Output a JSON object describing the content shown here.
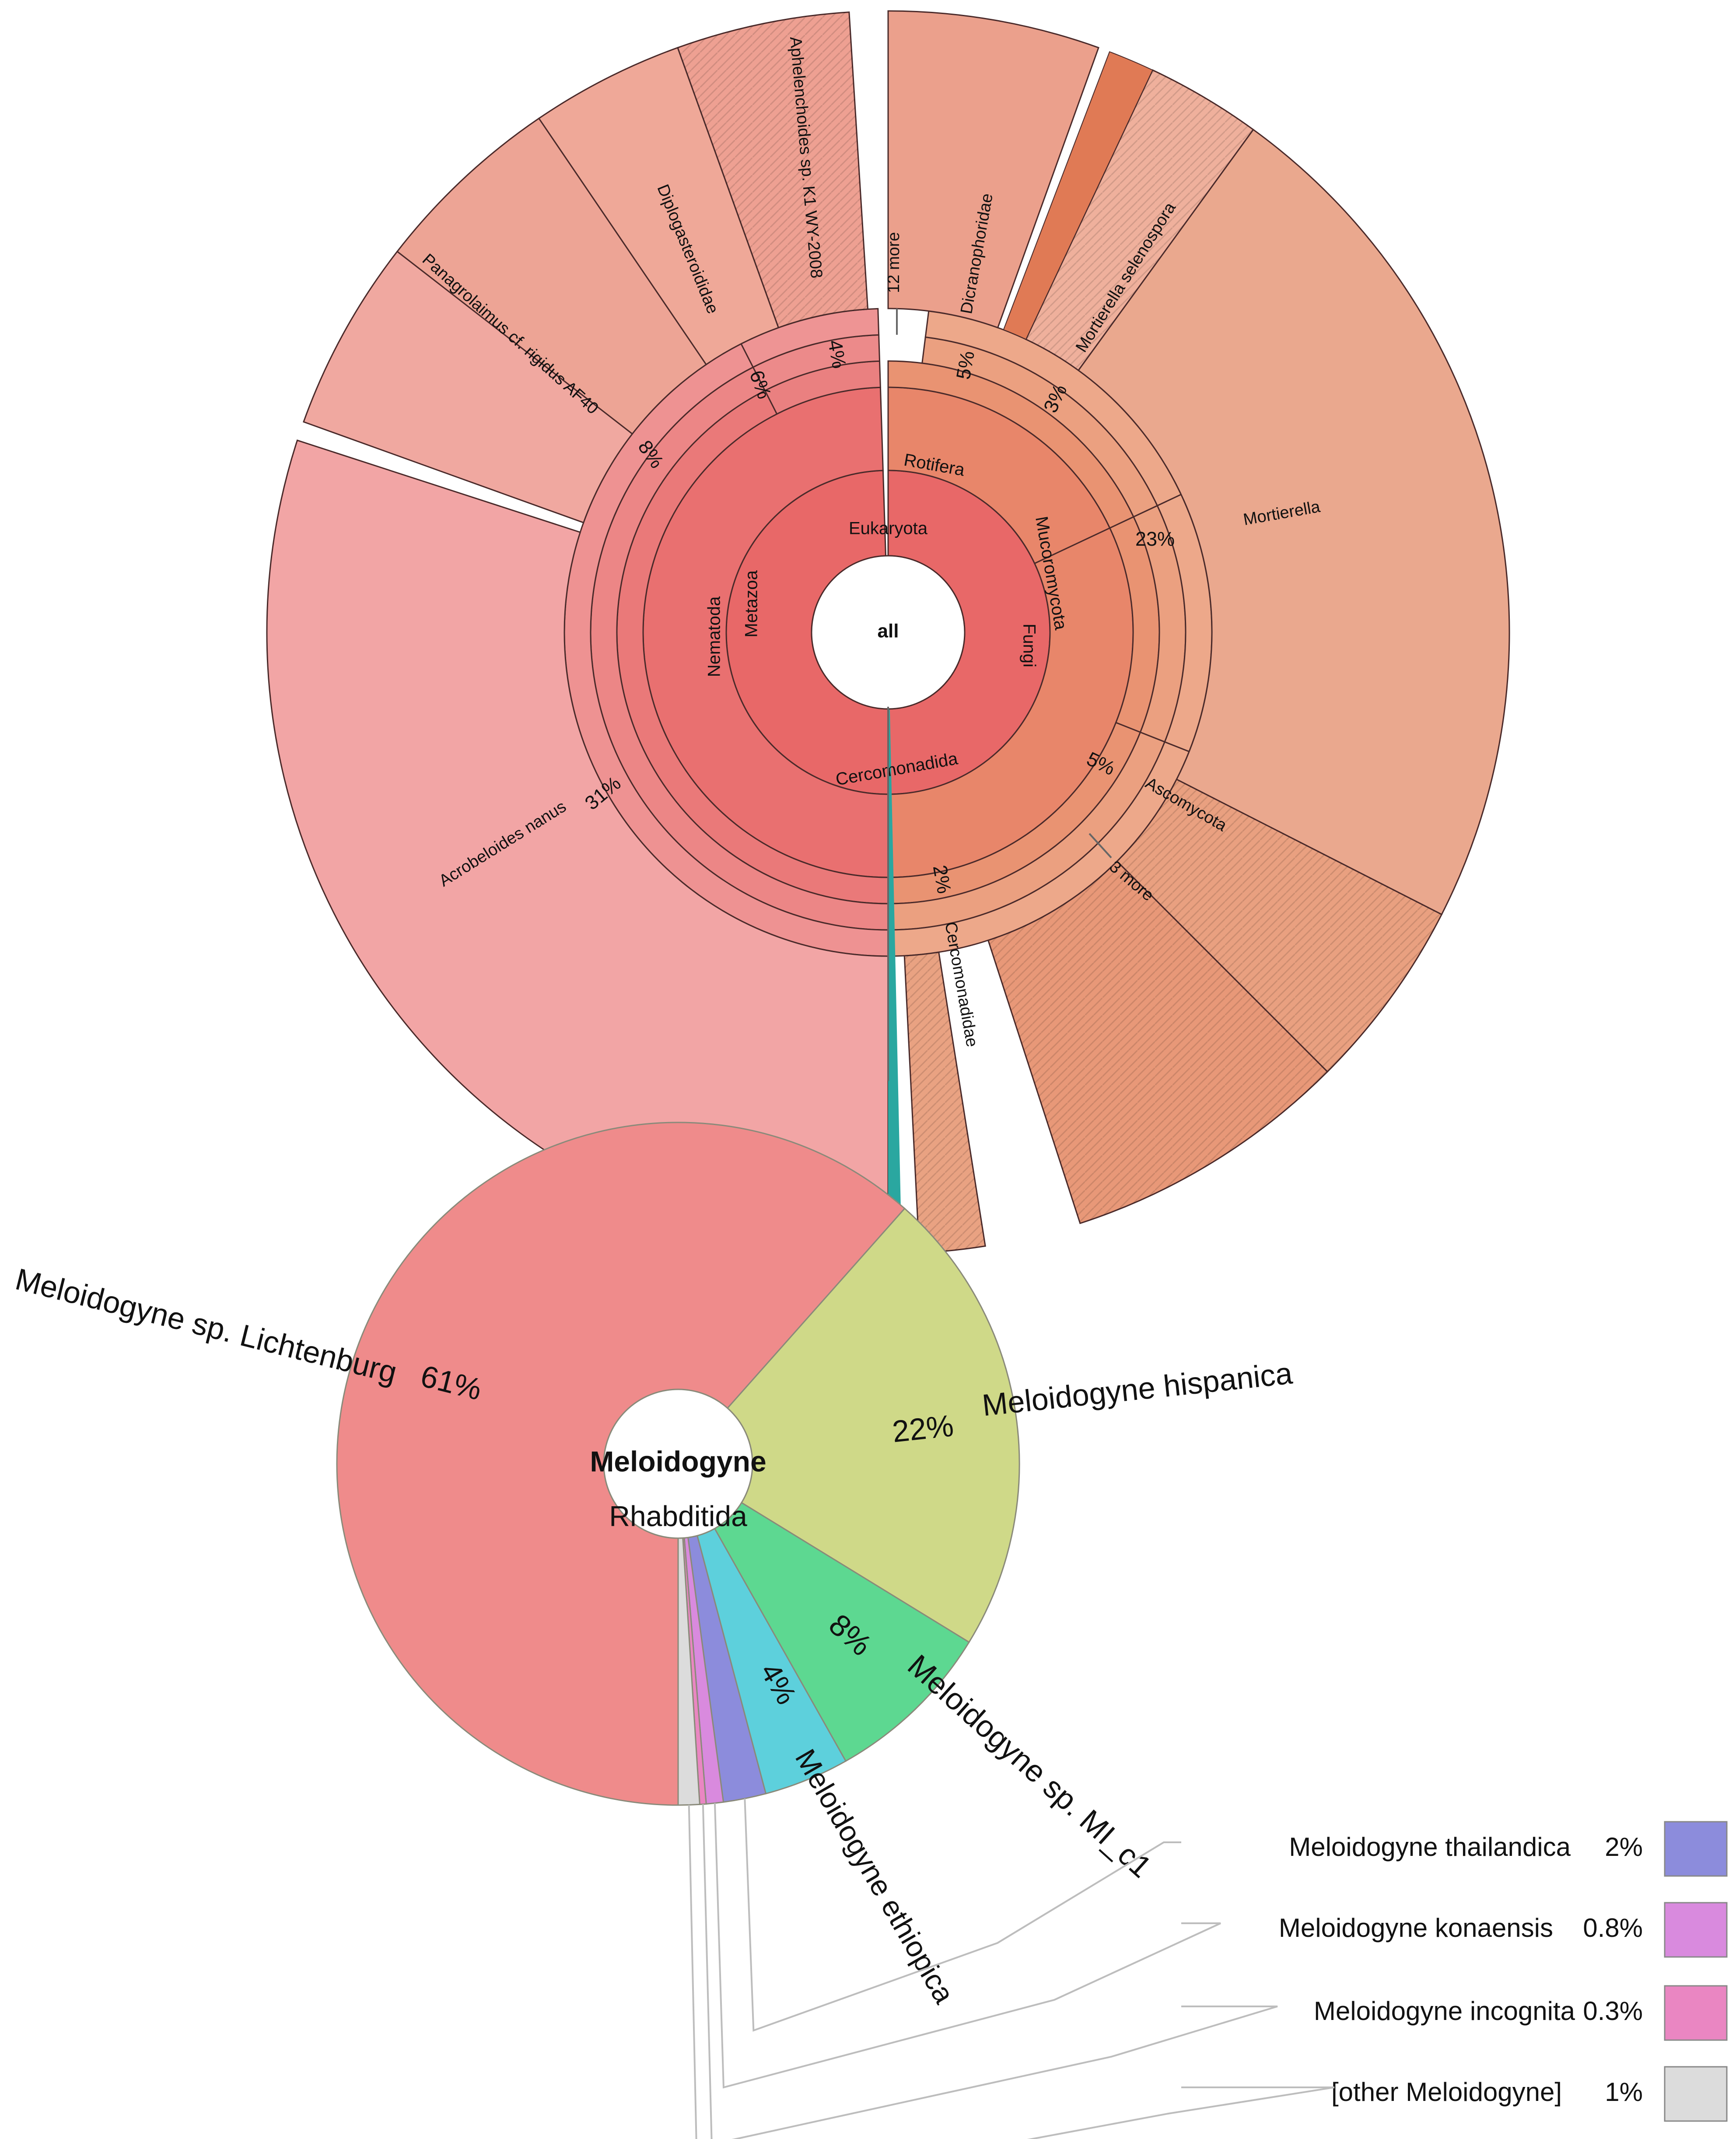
{
  "chart_data": [
    {
      "type": "sunburst",
      "center_label": "all",
      "rings": [
        [
          {
            "label": "Eukaryota",
            "start": 0.0,
            "end": 0.995,
            "color": "#e86868"
          }
        ],
        [
          {
            "label": "Metazoa",
            "start": 0.5,
            "end": 0.995,
            "color": "#e97070"
          },
          {
            "label": "Fungi",
            "start": 0.18,
            "end": 0.5,
            "color": "#e8866a"
          },
          {
            "label": "Cercomonadida",
            "start": 0.0,
            "end": 0.18,
            "color": "#e8866a"
          }
        ],
        [
          {
            "label": "Nematoda",
            "start": 0.5,
            "end": 0.925,
            "color": "#ea7979"
          },
          {
            "label": "Rotifera",
            "start": 0.925,
            "end": 0.995,
            "color": "#ea8080"
          },
          {
            "label": "Mucoromycota",
            "start": 0.31,
            "end": 0.5,
            "color": "#e99372"
          },
          {
            "label": "",
            "start": 0.18,
            "end": 0.31,
            "color": "#e99372"
          },
          {
            "label": "",
            "start": 0.0,
            "end": 0.18,
            "color": "#e99372"
          }
        ],
        [
          {
            "label": "",
            "start": 0.5,
            "end": 0.925,
            "color": "#ec8686"
          },
          {
            "label": "",
            "start": 0.925,
            "end": 0.995,
            "color": "#ec8a8a"
          },
          {
            "label": "",
            "start": 0.31,
            "end": 0.5,
            "color": "#eba080"
          },
          {
            "label": "",
            "start": 0.18,
            "end": 0.31,
            "color": "#eba080"
          },
          {
            "label": "",
            "start": 0.02,
            "end": 0.18,
            "color": "#eba080"
          }
        ],
        [
          {
            "label": "",
            "start": 0.5,
            "end": 0.925,
            "color": "#ee9292"
          },
          {
            "label": "",
            "start": 0.925,
            "end": 0.995,
            "color": "#ee9494"
          },
          {
            "label": "",
            "start": 0.31,
            "end": 0.5,
            "color": "#eda88a"
          },
          {
            "label": "",
            "start": 0.18,
            "end": 0.31,
            "color": "#eda88a"
          },
          {
            "label": "",
            "start": 0.02,
            "end": 0.18,
            "color": "#eda88a"
          }
        ]
      ],
      "leaves": [
        {
          "name": "Acrobeloides nanus",
          "percent": "31%",
          "start": 0.5,
          "end": 0.8,
          "color": "#f2a5a5"
        },
        {
          "name": "Panagrolaimus cf. rigidus AF40",
          "percent": "8%",
          "start": 0.805,
          "end": 0.855,
          "color": "#f0a8a0"
        },
        {
          "name": "Diplogasteroididae",
          "percent": "6%",
          "start": 0.855,
          "end": 0.905,
          "color": "#eda495"
        },
        {
          "name": "Aphelenchoides sp. K1 WY-2008",
          "percent": "4%",
          "start": 0.905,
          "end": 0.945,
          "color": "#efa898"
        },
        {
          "name": "12 more",
          "percent": "",
          "start": 0.945,
          "end": 0.99,
          "color": "#eea092"
        },
        {
          "name": "Dicranophoridae",
          "percent": "5%",
          "start": 0.0,
          "end": 0.055,
          "color": "#eba08c"
        },
        {
          "name": "Mortierella selenospora",
          "percent": "3%",
          "start": 0.07,
          "end": 0.1,
          "color": "#efb09c"
        },
        {
          "name": "Mortierella",
          "percent": "23%",
          "start": 0.1,
          "end": 0.325,
          "color": "#eaa88e"
        },
        {
          "name": "Ascomycota",
          "percent": "5%",
          "start": 0.325,
          "end": 0.375,
          "color": "#e9a080"
        },
        {
          "name": "3 more",
          "percent": "",
          "start": 0.375,
          "end": 0.45,
          "color": "#e89878"
        },
        {
          "name": "Cercomonadidae",
          "percent": "2%",
          "start": 0.475,
          "end": 0.492,
          "color": "#e9a282"
        }
      ]
    },
    {
      "type": "pie",
      "center_label": "Meloidogyne",
      "parent_label": "Rhabditida",
      "slices": [
        {
          "name": "Meloidogyne sp. Lichtenburg",
          "percent": "61%",
          "value": 61,
          "color": "#ef8b8b"
        },
        {
          "name": "Meloidogyne hispanica",
          "percent": "22%",
          "value": 22,
          "color": "#cfd988"
        },
        {
          "name": "Meloidogyne sp. MI_c1",
          "percent": "8%",
          "value": 8,
          "color": "#5dd891"
        },
        {
          "name": "Meloidogyne ethiopica",
          "percent": "4%",
          "value": 4,
          "color": "#5dd0dc"
        },
        {
          "name": "Meloidogyne thailandica",
          "percent": "2%",
          "value": 2,
          "color": "#8c8cdc"
        },
        {
          "name": "Meloidogyne konaensis",
          "percent": "0.8%",
          "value": 0.8,
          "color": "#d98ade"
        },
        {
          "name": "Meloidogyne incognita",
          "percent": "0.3%",
          "value": 0.3,
          "color": "#ea86c2"
        },
        {
          "name": "[other Meloidogyne]",
          "percent": "1%",
          "value": 1,
          "color": "#dcdcdc"
        }
      ]
    }
  ]
}
